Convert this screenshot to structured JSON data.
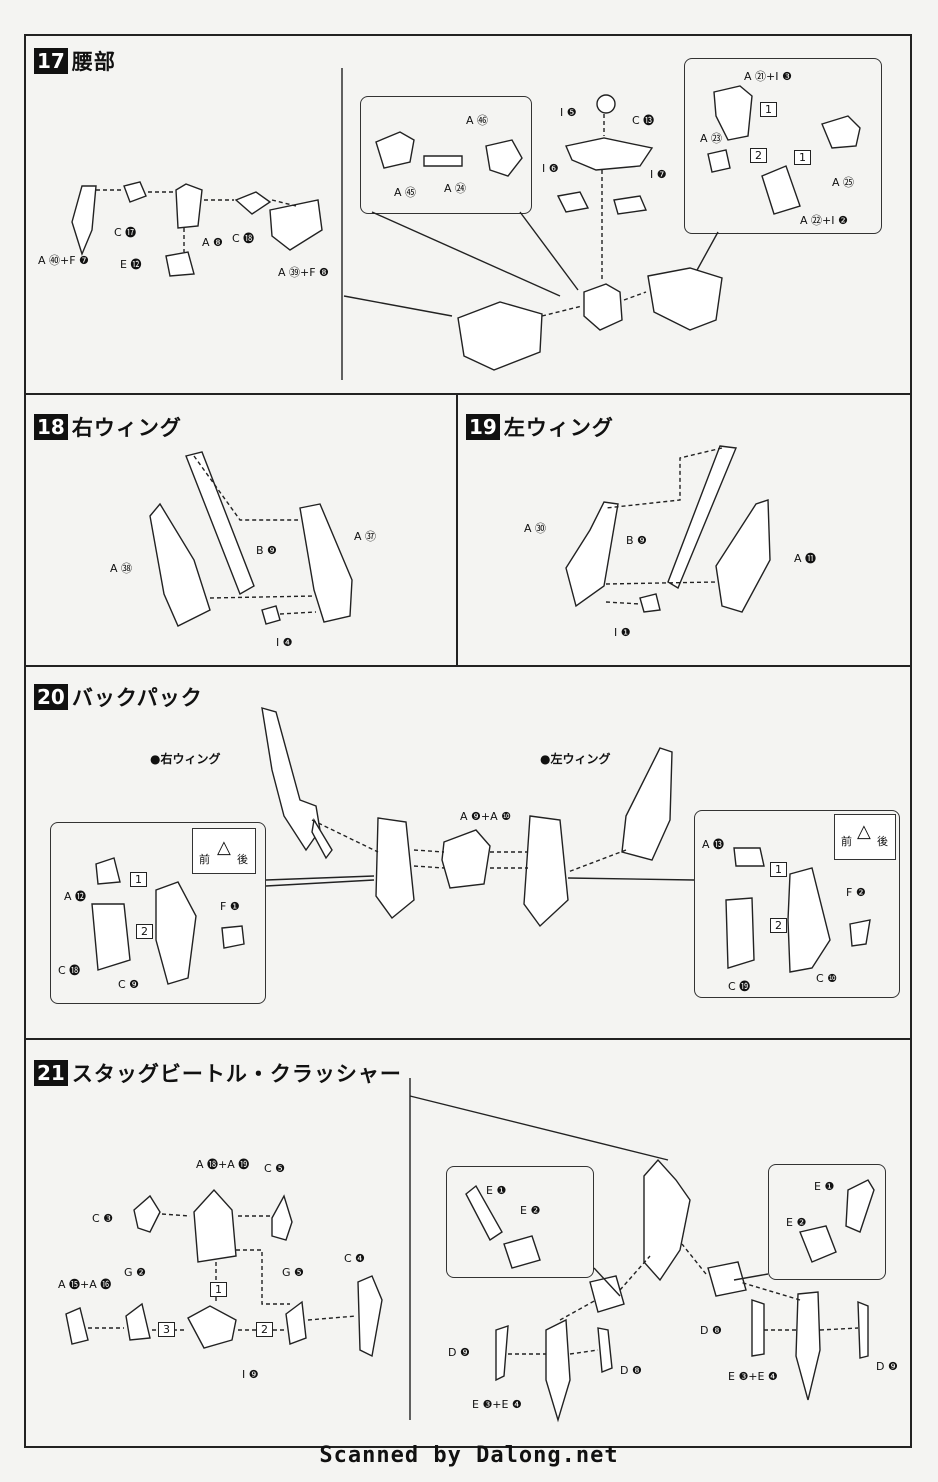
{
  "steps": {
    "s17": {
      "num": "17",
      "title": "腰部"
    },
    "s18": {
      "num": "18",
      "title": "右ウィング"
    },
    "s19": {
      "num": "19",
      "title": "左ウィング"
    },
    "s20": {
      "num": "20",
      "title": "バックパック"
    },
    "s21": {
      "num": "21",
      "title": "スタッグビートル・クラッシャー"
    }
  },
  "labels17": {
    "a40f7": "A ㊵+F ❼",
    "c17": "C ⓱",
    "a8": "A ❽",
    "e12": "E ⓬",
    "c18": "C ⓲",
    "a39f8": "A ㊴+F ❽",
    "a46": "A ㊻",
    "a45": "A ㊺",
    "a24": "A ㉔",
    "i5": "I ❺",
    "c13": "C ⓭",
    "i6": "I ❻",
    "i7": "I ❼",
    "a21i3": "A ㉑+I ❸",
    "a23": "A ㉓",
    "a25": "A ㉕",
    "a22i2": "A ㉒+I ❷",
    "n1a": "1",
    "n2": "2",
    "n1b": "1"
  },
  "labels18": {
    "a38": "A ㊳",
    "b9": "B ❾",
    "a37": "A ㊲",
    "i4": "I ❹"
  },
  "labels19": {
    "a30": "A ㉚",
    "b9": "B ❾",
    "a11": "A ⓫",
    "i1": "I ❶"
  },
  "labels20": {
    "right_wing": "●右ウィング",
    "left_wing": "●左ウィング",
    "a9a10": "A ❾+A ❿",
    "front": "前",
    "back": "後",
    "a12": "A ⓬",
    "n1": "1",
    "n2": "2",
    "f1": "F ❶",
    "c18": "C ⓲",
    "c9": "C ❾",
    "a13": "A ⓭",
    "f2": "F ❷",
    "c19": "C ⓳",
    "c10": "C ❿"
  },
  "labels21": {
    "a18a19": "A ⓲+A ⓳",
    "c5": "C ❺",
    "c3": "C ❸",
    "c4": "C ❹",
    "a15a16": "A ⓯+A ⓰",
    "g2": "G ❷",
    "g5": "G ❺",
    "n3": "3",
    "n1": "1",
    "n2": "2",
    "i9": "I ❾",
    "e1a": "E ❶",
    "e2a": "E ❷",
    "e1b": "E ❶",
    "e2b": "E ❷",
    "d9a": "D ❾",
    "d8a": "D ❽",
    "e3e4a": "E ❸+E ❹",
    "d8b": "D ❽",
    "e3e4b": "E ❸+E ❹",
    "d9b": "D ❾"
  },
  "footer": "Scanned by Dalong.net"
}
